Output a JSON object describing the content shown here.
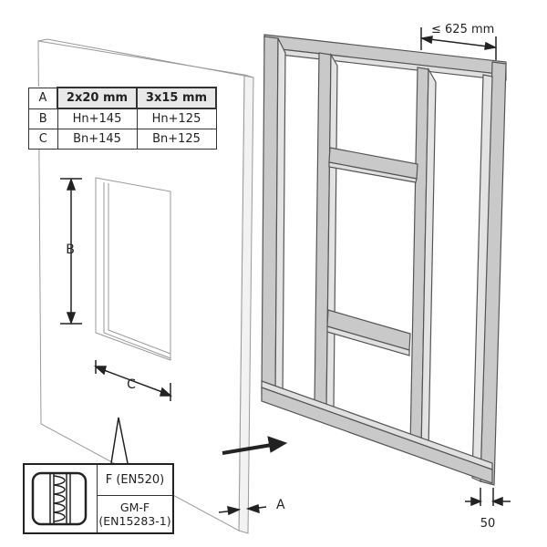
{
  "table": {
    "rows": [
      {
        "key": "A",
        "c1": "2x20 mm",
        "c2": "3x15 mm"
      },
      {
        "key": "B",
        "c1": "Hn+145",
        "c2": "Hn+125"
      },
      {
        "key": "C",
        "c1": "Bn+145",
        "c2": "Bn+125"
      }
    ]
  },
  "labels": {
    "spacing": "≤ 625 mm",
    "height": "B",
    "width": "C",
    "thickness": "A",
    "stud_width": "50"
  },
  "legend": {
    "board_type": "F (EN520)",
    "alt_type_line1": "GM-F",
    "alt_type_line2": "(EN15283-1)"
  }
}
